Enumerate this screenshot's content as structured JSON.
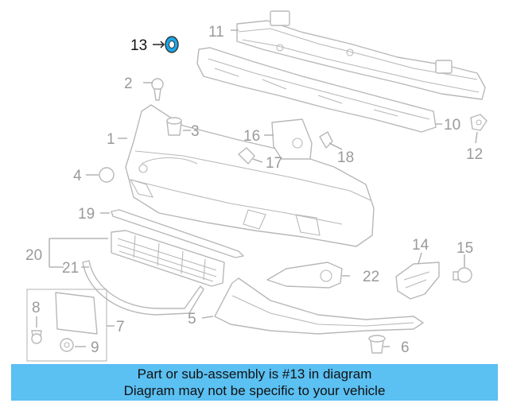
{
  "diagram": {
    "highlighted_part": "13",
    "highlight_color": "#1aa7e8",
    "callouts": {
      "p1": "1",
      "p2": "2",
      "p3": "3",
      "p4": "4",
      "p5": "5",
      "p6": "6",
      "p7": "7",
      "p8": "8",
      "p9": "9",
      "p10": "10",
      "p11": "11",
      "p12": "12",
      "p13": "13",
      "p14": "14",
      "p15": "15",
      "p16": "16",
      "p17": "17",
      "p18": "18",
      "p19": "19",
      "p20": "20",
      "p21": "21",
      "p22": "22"
    }
  },
  "banner": {
    "background": "#5bc0f2",
    "line1": "Part or sub-assembly is #13 in diagram",
    "line2": "Diagram may not be specific to your vehicle"
  }
}
